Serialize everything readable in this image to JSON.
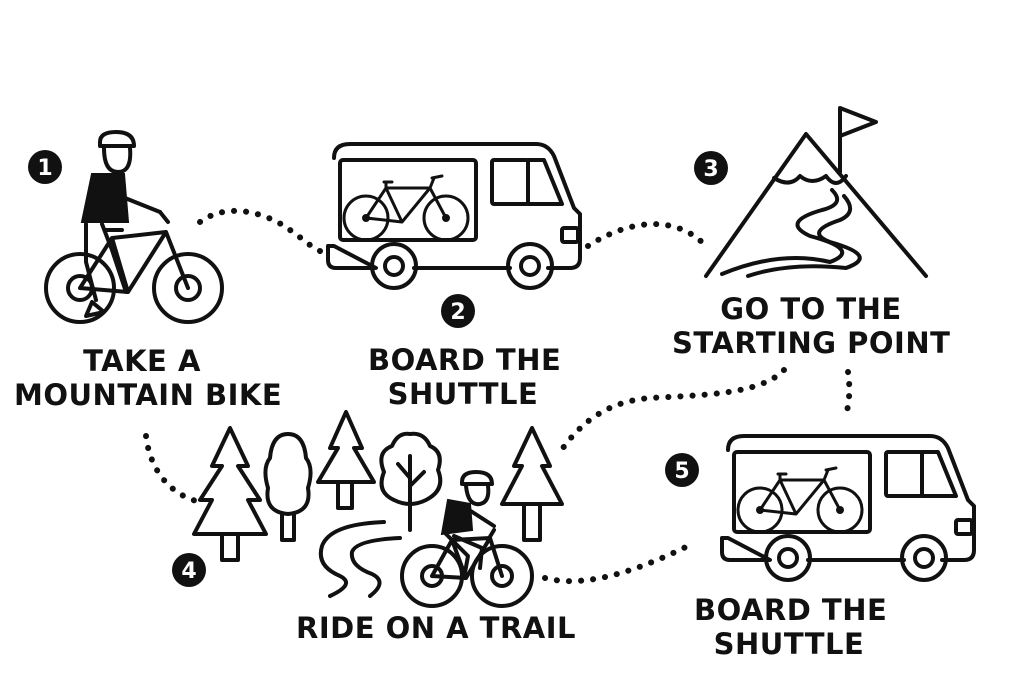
{
  "steps": [
    {
      "number": "1",
      "lines": [
        "TAKE A",
        "MOUNTAIN BIKE"
      ]
    },
    {
      "number": "2",
      "lines": [
        "BOARD THE",
        "SHUTTLE"
      ]
    },
    {
      "number": "3",
      "lines": [
        "GO TO THE",
        "STARTING POINT"
      ]
    },
    {
      "number": "4",
      "lines": [
        "RIDE ON A TRAIL"
      ]
    },
    {
      "number": "5",
      "lines": [
        "BOARD THE",
        "SHUTTLE"
      ]
    }
  ],
  "colors": {
    "ink": "#111111",
    "background": "#ffffff"
  },
  "icons": [
    "cyclist-with-bike-icon",
    "shuttle-van-with-bike-icon",
    "mountain-with-flag-icon",
    "forest-trail-rider-icon",
    "shuttle-van-with-bike-icon"
  ]
}
